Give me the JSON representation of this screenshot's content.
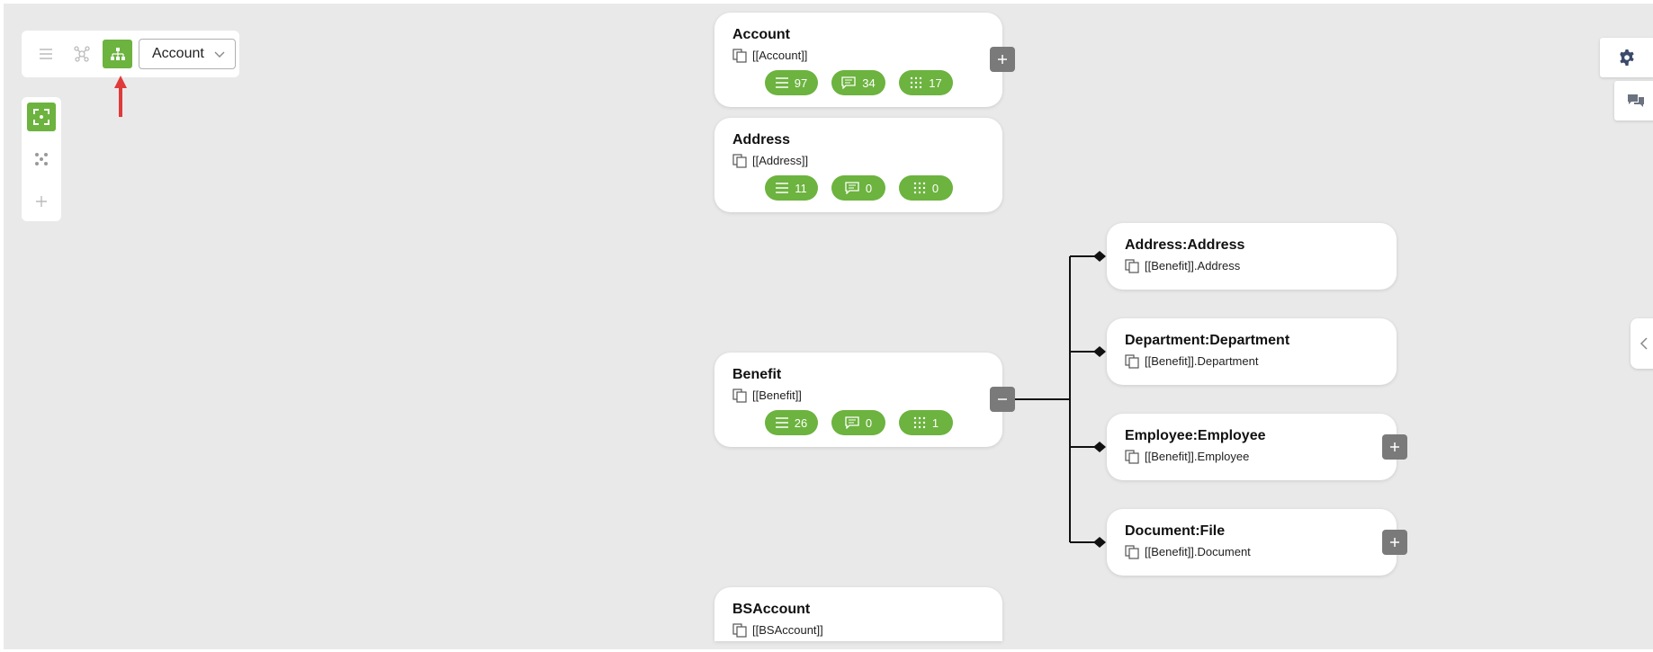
{
  "toolbar": {
    "menu_icon": "hamburger-icon",
    "graph_icon": "network-icon",
    "tree_icon": "hierarchy-icon",
    "dropdown_value": "Account"
  },
  "sidepanel": {
    "fit_icon": "fit-view-icon",
    "layout_icon": "scatter-layout-icon",
    "add_icon": "plus-icon"
  },
  "right_panel": {
    "settings_icon": "gear-icon",
    "comments_icon": "chat-icon",
    "collapse_icon": "chevron-left-icon"
  },
  "colors": {
    "accent": "#6cb33f",
    "node_button": "#7a7a7a",
    "canvas": "#e9e9e9"
  },
  "nodes": {
    "account": {
      "title": "Account",
      "ref": "[[Account]]",
      "fields": "97",
      "comments": "34",
      "relations": "17"
    },
    "address": {
      "title": "Address",
      "ref": "[[Address]]",
      "fields": "11",
      "comments": "0",
      "relations": "0"
    },
    "benefit": {
      "title": "Benefit",
      "ref": "[[Benefit]]",
      "fields": "26",
      "comments": "0",
      "relations": "1"
    },
    "bsaccount": {
      "title": "BSAccount",
      "ref": "[[BSAccount]]"
    }
  },
  "children": {
    "address": {
      "title": "Address:Address",
      "ref": "[[Benefit]].Address"
    },
    "department": {
      "title": "Department:Department",
      "ref": "[[Benefit]].Department"
    },
    "employee": {
      "title": "Employee:Employee",
      "ref": "[[Benefit]].Employee"
    },
    "document": {
      "title": "Document:File",
      "ref": "[[Benefit]].Document"
    }
  }
}
